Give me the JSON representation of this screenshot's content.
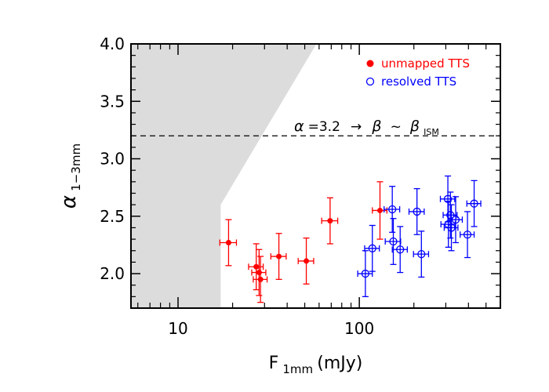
{
  "chart_data": {
    "type": "scatter",
    "x_scale": "log",
    "xlim": [
      5.5,
      600
    ],
    "ylim": [
      1.7,
      4.0
    ],
    "x_ticks": [
      10,
      100
    ],
    "y_ticks": [
      2.0,
      2.5,
      3.0,
      3.5,
      4.0
    ],
    "x_tick_labels": [
      "10",
      "100"
    ],
    "y_tick_labels": [
      "2.0",
      "2.5",
      "3.0",
      "3.5",
      "4.0"
    ],
    "xlabel": {
      "main": "F",
      "sub": "1mm",
      "unit": " (mJy)"
    },
    "ylabel": {
      "main": "α",
      "sub": "1−3mm"
    },
    "grid": false,
    "legend_position": "top-right",
    "excluded_region": {
      "color": "#dcdcdc",
      "polygon": [
        [
          5.5,
          1.7
        ],
        [
          5.5,
          4.0
        ],
        [
          58,
          4.0
        ],
        [
          17.2,
          2.6
        ],
        [
          17.2,
          1.7
        ]
      ]
    },
    "reference_line": {
      "y": 3.2,
      "style": "dashed",
      "label": {
        "alpha": "α",
        "eq": "=3.2",
        "arrow": "→",
        "beta": "β",
        "sim": "~",
        "beta2": "β",
        "sub": "ISM"
      }
    },
    "series": [
      {
        "name": "unmapped TTS",
        "color": "#ff0000",
        "marker": "filled-circle",
        "points": [
          {
            "x": 19,
            "y": 2.27,
            "xerr": [
              2.0,
              2.0
            ],
            "yerr": 0.2
          },
          {
            "x": 27,
            "y": 2.06,
            "xerr": [
              2.5,
              2.5
            ],
            "yerr": 0.2
          },
          {
            "x": 28,
            "y": 2.01,
            "xerr": [
              2.5,
              2.5
            ],
            "yerr": 0.2
          },
          {
            "x": 28.5,
            "y": 1.95,
            "xerr": [
              2.5,
              2.5
            ],
            "yerr": 0.2
          },
          {
            "x": 36,
            "y": 2.15,
            "xerr": [
              3.5,
              3.5
            ],
            "yerr": 0.2
          },
          {
            "x": 51,
            "y": 2.11,
            "xerr": [
              5,
              5
            ],
            "yerr": 0.2
          },
          {
            "x": 69,
            "y": 2.46,
            "xerr": [
              7,
              7
            ],
            "yerr": 0.2
          },
          {
            "x": 130,
            "y": 2.55,
            "xerr": [
              12,
              12
            ],
            "yerr": 0.25
          }
        ]
      },
      {
        "name": "resolved TTS",
        "color": "#0000ff",
        "marker": "open-circle",
        "points": [
          {
            "x": 108,
            "y": 2.0,
            "xerr": [
              10,
              10
            ],
            "yerr": 0.2
          },
          {
            "x": 118,
            "y": 2.22,
            "xerr": [
              11,
              11
            ],
            "yerr": 0.2
          },
          {
            "x": 152,
            "y": 2.56,
            "xerr": [
              15,
              15
            ],
            "yerr": 0.2
          },
          {
            "x": 154,
            "y": 2.28,
            "xerr": [
              15,
              15
            ],
            "yerr": 0.2
          },
          {
            "x": 168,
            "y": 2.21,
            "xerr": [
              16,
              16
            ],
            "yerr": 0.2
          },
          {
            "x": 208,
            "y": 2.54,
            "xerr": [
              20,
              20
            ],
            "yerr": 0.2
          },
          {
            "x": 220,
            "y": 2.17,
            "xerr": [
              21,
              21
            ],
            "yerr": 0.2
          },
          {
            "x": 308,
            "y": 2.65,
            "xerr": [
              28,
              28
            ],
            "yerr": 0.2
          },
          {
            "x": 310,
            "y": 2.43,
            "xerr": [
              28,
              28
            ],
            "yerr": 0.2
          },
          {
            "x": 318,
            "y": 2.51,
            "xerr": [
              28,
              28
            ],
            "yerr": 0.2
          },
          {
            "x": 322,
            "y": 2.4,
            "xerr": [
              28,
              28
            ],
            "yerr": 0.2
          },
          {
            "x": 340,
            "y": 2.47,
            "xerr": [
              30,
              30
            ],
            "yerr": 0.2
          },
          {
            "x": 395,
            "y": 2.34,
            "xerr": [
              35,
              35
            ],
            "yerr": 0.2
          },
          {
            "x": 430,
            "y": 2.61,
            "xerr": [
              38,
              38
            ],
            "yerr": 0.2
          }
        ]
      }
    ]
  }
}
